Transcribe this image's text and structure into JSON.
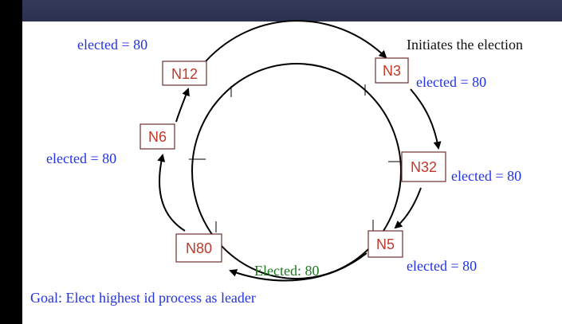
{
  "diagram": {
    "nodes": [
      {
        "id": "n12",
        "label": "N12"
      },
      {
        "id": "n3",
        "label": "N3"
      },
      {
        "id": "n6",
        "label": "N6"
      },
      {
        "id": "n32",
        "label": "N32"
      },
      {
        "id": "n80",
        "label": "N80"
      },
      {
        "id": "n5",
        "label": "N5"
      }
    ],
    "annotations": {
      "n12": "elected = 80",
      "n3": "elected = 80",
      "n6": "elected = 80",
      "n32": "elected = 80",
      "n5": "elected = 80",
      "initiator_note": "Initiates the election",
      "final_message": "Elected: 80"
    },
    "goal_text": "Goal: Elect highest id process as leader"
  },
  "colors": {
    "node_text": "#c0392b",
    "annotation_blue": "#2233dd",
    "final_green": "#1b7a1b",
    "header": "#2f3454"
  }
}
